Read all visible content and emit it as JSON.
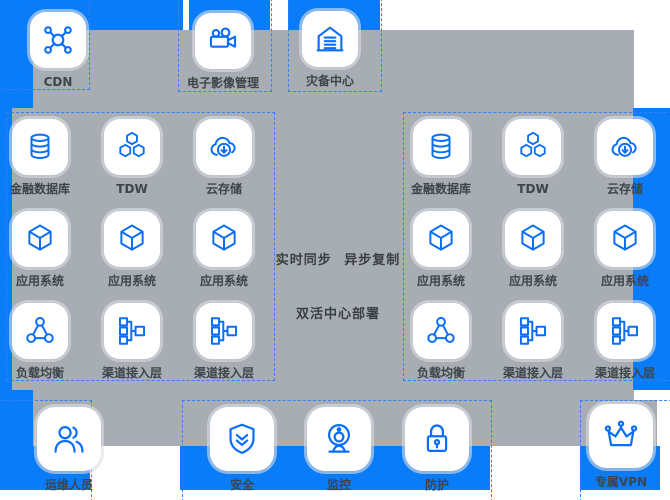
{
  "colors": {
    "canvas_blue": "#0a7cf8",
    "panel_gray": "#a8adb4",
    "icon_blue": "#0b6ef6",
    "label_color": "#3f444b",
    "dashed_border_blue": "#2f82f7"
  },
  "top_row": {
    "items": [
      {
        "label": "CDN",
        "icon": "cdn-icon"
      },
      {
        "label": "电子影像管理",
        "icon": "video-camera-icon"
      },
      {
        "label": "灾备中心",
        "icon": "warehouse-icon"
      }
    ]
  },
  "datacenter_left": {
    "items": [
      {
        "label": "金融数据库",
        "icon": "database-icon"
      },
      {
        "label": "TDW",
        "icon": "tdw-icon"
      },
      {
        "label": "云存储",
        "icon": "cloud-download-icon"
      },
      {
        "label": "应用系统",
        "icon": "cube-icon"
      },
      {
        "label": "应用系统",
        "icon": "cube-icon"
      },
      {
        "label": "应用系统",
        "icon": "cube-icon"
      },
      {
        "label": "负载均衡",
        "icon": "load-balancer-icon"
      },
      {
        "label": "渠道接入层",
        "icon": "tree-icon"
      },
      {
        "label": "渠道接入层",
        "icon": "tree-icon"
      }
    ]
  },
  "datacenter_right": {
    "items": [
      {
        "label": "金融数据库",
        "icon": "database-icon"
      },
      {
        "label": "TDW",
        "icon": "tdw-icon"
      },
      {
        "label": "云存储",
        "icon": "cloud-download-icon"
      },
      {
        "label": "应用系统",
        "icon": "cube-icon"
      },
      {
        "label": "应用系统",
        "icon": "cube-icon"
      },
      {
        "label": "应用系统",
        "icon": "cube-icon"
      },
      {
        "label": "负载均衡",
        "icon": "load-balancer-icon"
      },
      {
        "label": "渠道接入层",
        "icon": "tree-icon"
      },
      {
        "label": "渠道接入层",
        "icon": "tree-icon"
      }
    ]
  },
  "center_annotations": {
    "sync_label": "实时同步 异步复制",
    "architecture_label": "双活中心部署"
  },
  "bottom_row": {
    "items": [
      {
        "label": "运维人员",
        "icon": "users-icon"
      },
      {
        "label": "安全",
        "icon": "shield-icon"
      },
      {
        "label": "监控",
        "icon": "webcam-icon"
      },
      {
        "label": "防护",
        "icon": "lock-icon"
      },
      {
        "label": "专属VPN",
        "icon": "crown-icon"
      }
    ]
  }
}
